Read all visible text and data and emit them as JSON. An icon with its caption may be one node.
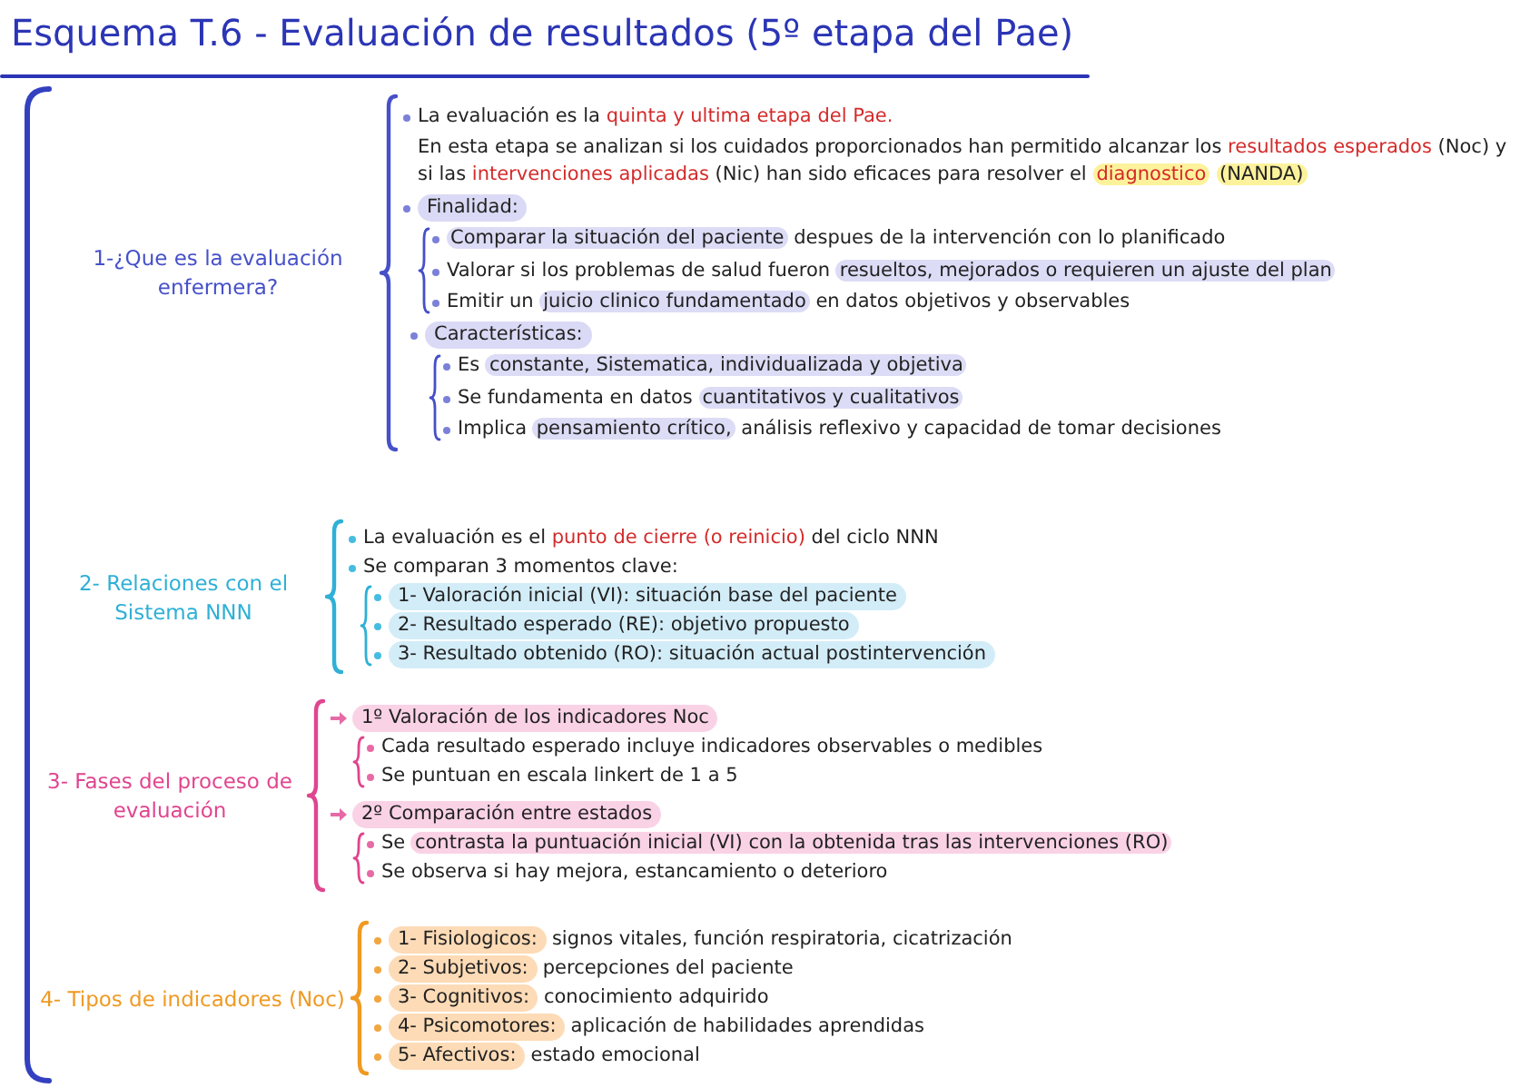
{
  "diagram": {
    "title": "Esquema T.6 - Evaluación de resultados (5º etapa del Pae)",
    "nodes": [
      {
        "text": [
          "Finalidad:"
        ]
      },
      {
        "text": [
          "Características:"
        ]
      },
      {
        "text": [
          "1- Valoración inicial (VI): situación base del paciente"
        ]
      },
      {
        "text": [
          "2- Resultado esperado (RE): objetivo propuesto"
        ]
      },
      {
        "text": [
          "3- Resultado obtenido (RO): situación actual postintervención"
        ]
      },
      {
        "text": [
          "1º Valoración de los indicadores Noc"
        ]
      },
      {
        "text": [
          "2º Comparación entre estados"
        ]
      },
      {
        "text": [
          "1- Fisiologicos:"
        ],
        "beside": [
          "signos vitales, función respiratoria, cicatrización"
        ]
      },
      {
        "text": [
          "2- Subjetivos:"
        ],
        "beside": [
          "percepciones del paciente"
        ]
      },
      {
        "text": [
          "3- Cognitivos:"
        ],
        "beside": [
          "conocimiento adquirido"
        ]
      },
      {
        "text": [
          "4- Psicomotores:"
        ],
        "beside": [
          "aplicación de habilidades aprendidas"
        ]
      },
      {
        "text": [
          "5- Afectivos:"
        ],
        "beside": [
          "estado emocional"
        ]
      }
    ],
    "labels": [
      "1-¿Que es la evaluación enfermera?",
      "La evaluación es la quinta y ultima etapa del Pae.",
      "En esta etapa se analizan si los cuidados proporcionados han permitido alcanzar los resultados esperados (Noc) y si las intervenciones aplicadas (Nic) han sido eficaces para resolver el diagnostico (NANDA)",
      "Comparar la situación del paciente despues de la intervención con lo planificado",
      "Valorar si los problemas de salud fueron resueltos, mejorados o requieren un ajuste del plan",
      "Emitir un juicio clinico fundamentado en datos objetivos y observables",
      "Es constante, Sistematica, individualizada y objetiva",
      "Se fundamenta en datos cuantitativos y cualitativos",
      "Implica pensamiento crítico, análisis reflexivo y capacidad de tomar decisiones",
      "2- Relaciones con el Sistema NNN",
      "La evaluación es el punto de cierre (o reinicio) del ciclo NNN",
      "Se comparan 3 momentos clave:",
      "3- Fases del proceso de evaluación",
      "Cada resultado esperado incluye indicadores observables o medibles",
      "Se puntuan en escala linkert de 1 a 5",
      "Se contrasta la puntuación inicial (VI) con la obtenida tras las intervenciones (RO)",
      "Se observa si hay mejora, estancamiento o deterioro",
      "4- Tipos de indicadores (Noc)"
    ]
  }
}
